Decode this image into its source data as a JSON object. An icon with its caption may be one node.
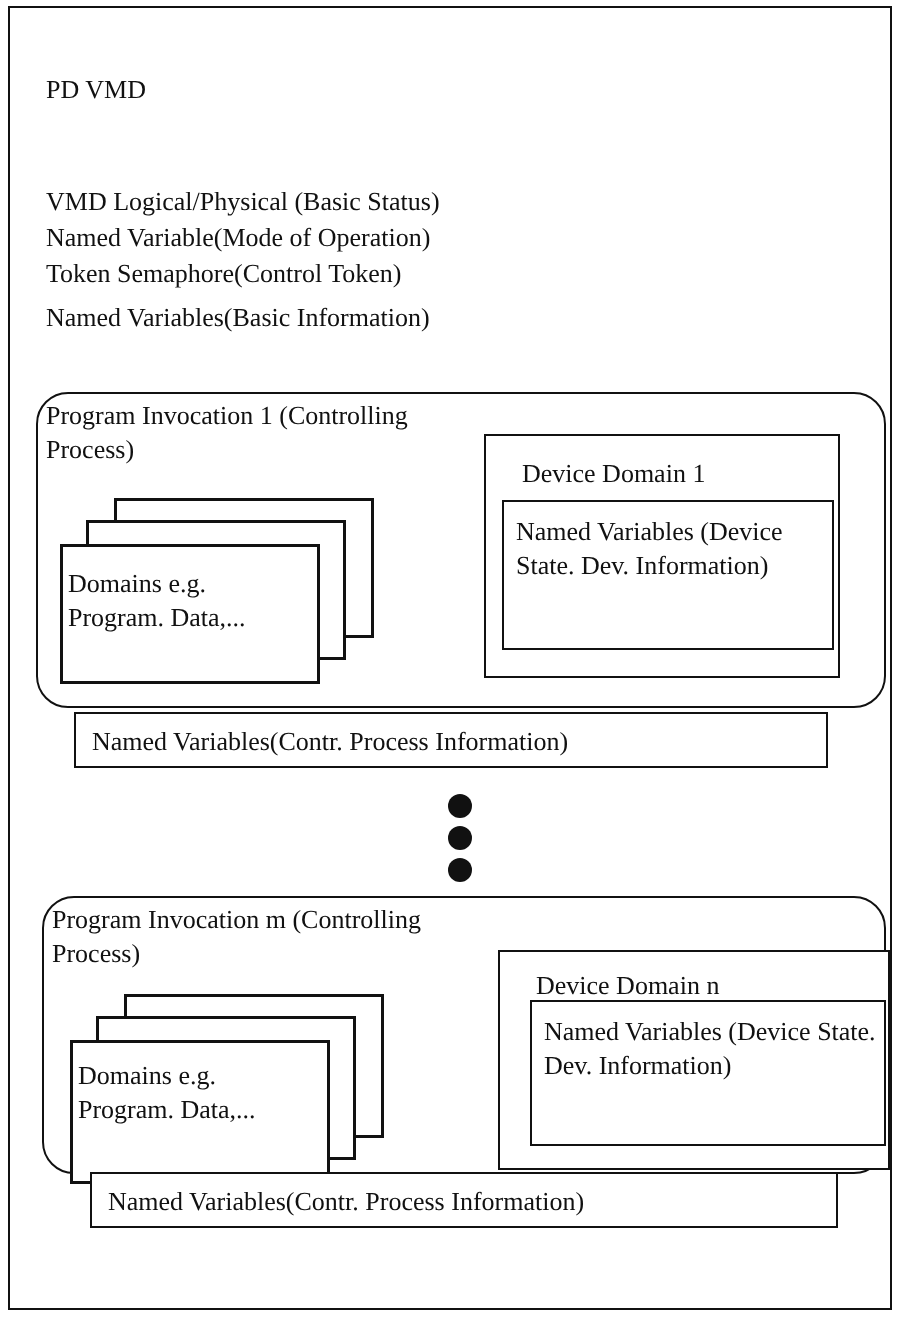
{
  "diagram": {
    "nodes": [
      {
        "text": [
          "PD VMD",
          "VMD Logical/Physical (Basic Status)",
          "Named Variable(Mode of Operation)",
          "Token Semaphore(Control Token)",
          "Named Variables(Basic Information)"
        ]
      },
      {
        "text": [
          "Program Invocation 1 (Controlling Process)"
        ],
        "in": 0
      },
      {
        "text": [
          "Domains e.g. Program. Data,..."
        ],
        "in": 1
      },
      {
        "text": [
          "Device Domain 1"
        ],
        "in": 1
      },
      {
        "text": [
          "Named Variables (Device State. Dev. Information)"
        ],
        "in": 3
      },
      {
        "text": [
          "Named Variables(Contr. Process Information)"
        ],
        "in": 0
      },
      {
        "text": [
          "Program Invocation m (Controlling Process)"
        ],
        "in": 0
      },
      {
        "text": [
          "Domains e.g. Program. Data,..."
        ],
        "in": 6
      },
      {
        "text": [
          "Device Domain n"
        ],
        "in": 6
      },
      {
        "text": [
          "Named Variables (Device State. Dev. Information)"
        ],
        "in": 8
      },
      {
        "text": [
          "Named Variables(Contr. Process Information)"
        ],
        "in": 0
      }
    ]
  }
}
